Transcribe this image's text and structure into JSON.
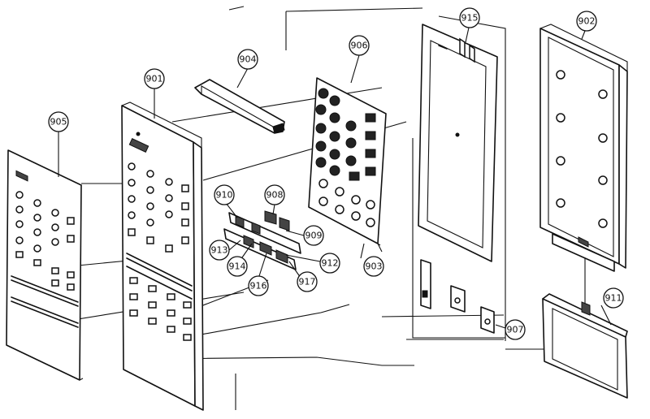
{
  "callouts": {
    "c901": "901",
    "c902": "902",
    "c903": "903",
    "c904": "904",
    "c905": "905",
    "c906": "906",
    "c907": "907",
    "c908": "908",
    "c909": "909",
    "c910": "910",
    "c911": "911",
    "c912": "912",
    "c913": "913",
    "c914": "914",
    "c915": "915",
    "c916": "916",
    "c917": "917"
  }
}
